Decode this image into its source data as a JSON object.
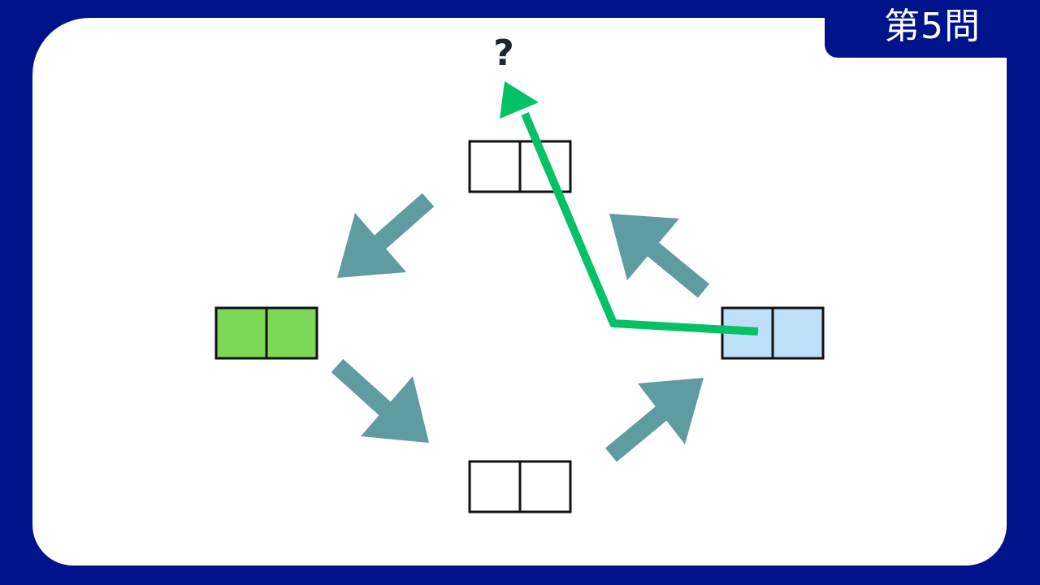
{
  "question_label": "第5問",
  "unknown_marker": "?",
  "colors": {
    "background": "#00138a",
    "card": "#ffffff",
    "cycle_arrow": "#5f9ca1",
    "path_arrow": "#05c165",
    "box_stroke": "#111111",
    "box_green": "#7cd958",
    "box_blue": "#bde0f8",
    "box_empty": "#ffffff"
  },
  "boxes": [
    {
      "name": "box-top",
      "fill": "empty"
    },
    {
      "name": "box-left",
      "fill": "green"
    },
    {
      "name": "box-bottom",
      "fill": "empty"
    },
    {
      "name": "box-right",
      "fill": "blue"
    }
  ]
}
